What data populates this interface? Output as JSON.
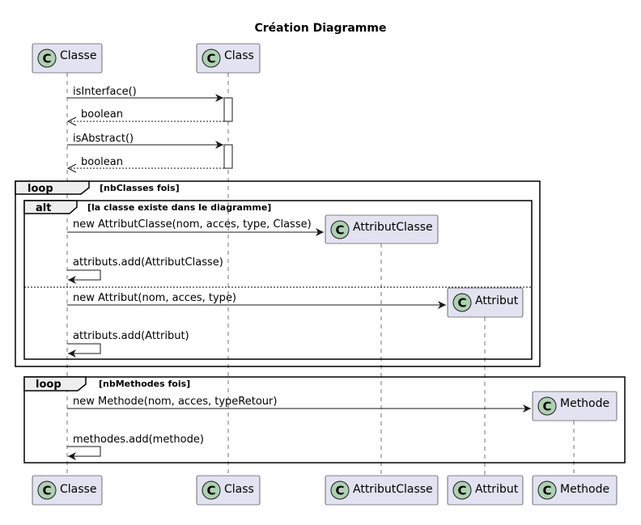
{
  "title": "Création Diagramme",
  "participants": {
    "classe": "Classe",
    "class": "Class",
    "attributClasse": "AttributClasse",
    "attribut": "Attribut",
    "methode": "Methode"
  },
  "participant_icon": "class-stereotype-icon",
  "icon_letter": "C",
  "messages": {
    "m1": "isInterface()",
    "r1": "boolean",
    "m2": "isAbstract()",
    "r2": "boolean",
    "m3": "new AttributClasse(nom, acces, type, Classe)",
    "m4": "attributs.add(AttributClasse)",
    "m5": "new Attribut(nom, acces, type)",
    "m6": "attributs.add(Attribut)",
    "m7": "new Methode(nom, acces, typeRetour)",
    "m8": "methodes.add(methode)"
  },
  "fragments": {
    "loop1": {
      "keyword": "loop",
      "condition": "[nbClasses fois]"
    },
    "alt1": {
      "keyword": "alt",
      "condition": "[la classe existe dans le diagramme]"
    },
    "loop2": {
      "keyword": "loop",
      "condition": "[nbMethodes fois]"
    }
  },
  "colors": {
    "participant_fill": "#E2E2F0",
    "class_icon_fill": "#ADD1B2",
    "line": "#181818"
  }
}
